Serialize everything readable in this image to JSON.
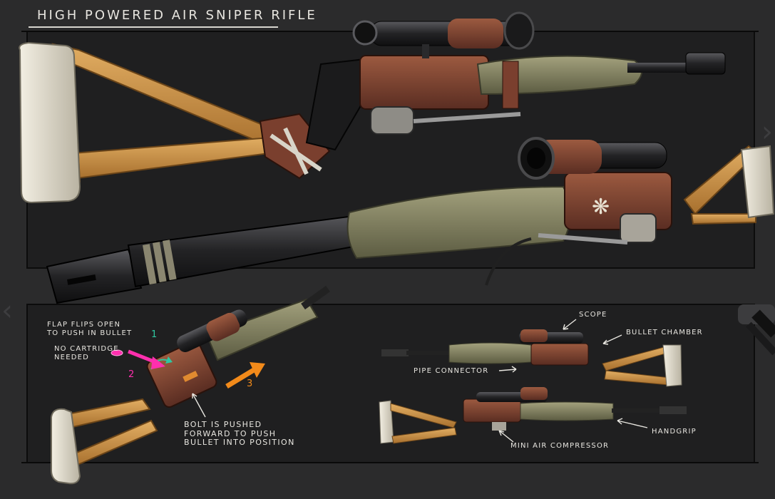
{
  "title": "High Powered Air Sniper Rifle",
  "annotations": {
    "flap": "Flap flips open\nto push in bullet",
    "no_cartridge": "No cartridge\nneeded",
    "bolt": "Bolt is pushed\nforward to push\nbullet into position",
    "scope": "Scope",
    "bullet_chamber": "Bullet chamber",
    "pipe_connector": "Pipe connector",
    "handgrip": "Handgrip",
    "mini_air_compressor": "Mini air compressor"
  },
  "steps": {
    "one": "1",
    "two": "2",
    "three": "3"
  },
  "colors": {
    "background": "#2b2b2c",
    "panel": "#1f1f20",
    "panel_border": "#0c0c0c",
    "wood": "#c88f45",
    "buttpad": "#e9e4d6",
    "cloth": "#8a8a68",
    "rust": "#7a3f2e",
    "metal": "#2a2a2c",
    "step_1": "#2fc7a0",
    "step_2": "#ff2fae",
    "step_3": "#f28a1a"
  },
  "icons": {
    "prev": "chevron-left-icon",
    "next": "chevron-right-icon"
  }
}
